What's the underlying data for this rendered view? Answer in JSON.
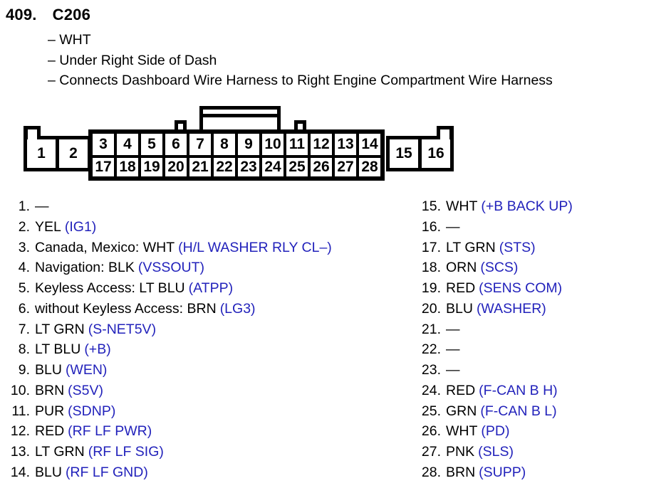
{
  "header": {
    "number": "409.",
    "title": "C206",
    "bullets": [
      "– WHT",
      "– Under Right Side of Dash",
      "– Connects Dashboard Wire Harness to Right Engine Compartment Wire Harness"
    ]
  },
  "colors": {
    "signal_blue": "#2222bb",
    "text_black": "#000000"
  },
  "connector": {
    "left_pins": [
      "1",
      "2"
    ],
    "top_row": [
      "3",
      "4",
      "5",
      "6",
      "7",
      "8",
      "9",
      "10",
      "11",
      "12",
      "13",
      "14"
    ],
    "bottom_row": [
      "17",
      "18",
      "19",
      "20",
      "21",
      "22",
      "23",
      "24",
      "25",
      "26",
      "27",
      "28"
    ],
    "right_pins": [
      "15",
      "16"
    ]
  },
  "pin_list": {
    "left": [
      {
        "num": "1.",
        "wire": "—",
        "signal": ""
      },
      {
        "num": "2.",
        "wire": "YEL",
        "signal": "(IG1)"
      },
      {
        "num": "3.",
        "wire": "Canada, Mexico: WHT",
        "signal": "(H/L WASHER RLY CL–)"
      },
      {
        "num": "4.",
        "wire": "Navigation: BLK",
        "signal": "(VSSOUT)"
      },
      {
        "num": "5.",
        "wire": "Keyless Access: LT BLU",
        "signal": "(ATPP)"
      },
      {
        "num": "6.",
        "wire": "without Keyless Access: BRN",
        "signal": "(LG3)"
      },
      {
        "num": "7.",
        "wire": "LT GRN",
        "signal": "(S-NET5V)"
      },
      {
        "num": "8.",
        "wire": "LT BLU",
        "signal": "(+B)"
      },
      {
        "num": "9.",
        "wire": "BLU",
        "signal": "(WEN)"
      },
      {
        "num": "10.",
        "wire": "BRN",
        "signal": "(S5V)"
      },
      {
        "num": "11.",
        "wire": "PUR",
        "signal": "(SDNP)"
      },
      {
        "num": "12.",
        "wire": "RED",
        "signal": "(RF LF PWR)"
      },
      {
        "num": "13.",
        "wire": "LT GRN",
        "signal": "(RF LF SIG)"
      },
      {
        "num": "14.",
        "wire": "BLU",
        "signal": "(RF LF GND)"
      }
    ],
    "right": [
      {
        "num": "15.",
        "wire": "WHT",
        "signal": "(+B BACK UP)"
      },
      {
        "num": "16.",
        "wire": "—",
        "signal": ""
      },
      {
        "num": "17.",
        "wire": "LT GRN",
        "signal": "(STS)"
      },
      {
        "num": "18.",
        "wire": "ORN",
        "signal": "(SCS)"
      },
      {
        "num": "19.",
        "wire": "RED",
        "signal": "(SENS COM)"
      },
      {
        "num": "20.",
        "wire": "BLU",
        "signal": "(WASHER)"
      },
      {
        "num": "21.",
        "wire": "—",
        "signal": ""
      },
      {
        "num": "22.",
        "wire": "—",
        "signal": ""
      },
      {
        "num": "23.",
        "wire": "—",
        "signal": ""
      },
      {
        "num": "24.",
        "wire": "RED",
        "signal": "(F-CAN B H)"
      },
      {
        "num": "25.",
        "wire": "GRN",
        "signal": "(F-CAN B L)"
      },
      {
        "num": "26.",
        "wire": "WHT",
        "signal": "(PD)"
      },
      {
        "num": "27.",
        "wire": "PNK",
        "signal": "(SLS)"
      },
      {
        "num": "28.",
        "wire": "BRN",
        "signal": "(SUPP)"
      }
    ]
  }
}
